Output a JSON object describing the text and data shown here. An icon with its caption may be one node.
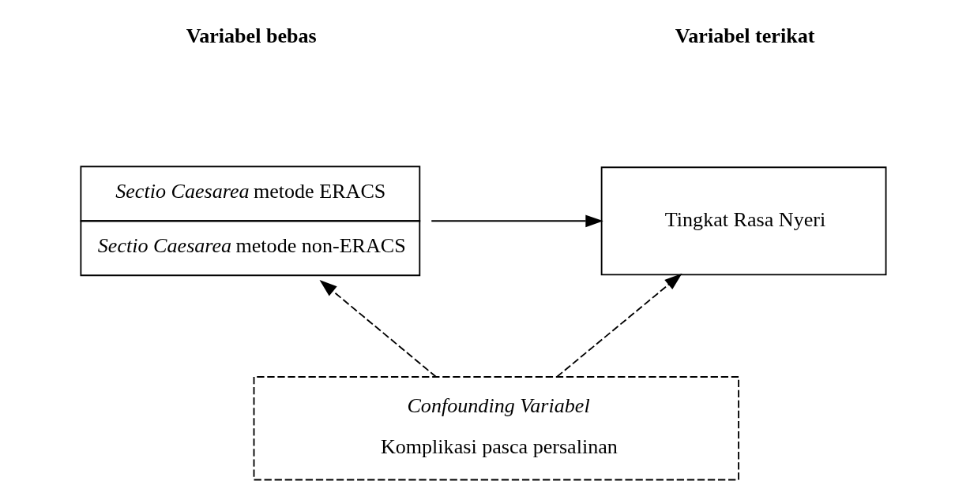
{
  "diagram": {
    "nodes": [
      {
        "text": [
          "*Sectio Caesarea* metode ERACS",
          "*Sectio Caesarea* metode non-ERACS"
        ]
      },
      {
        "text": [
          "Tingkat Rasa Nyeri"
        ]
      },
      {
        "text": [
          "Confounding Variabel",
          "Komplikasi pasca persalinan"
        ]
      }
    ],
    "edges": [
      {
        "from": 0,
        "to": 1,
        "arrow": "to"
      },
      {
        "from": 2,
        "to": 0,
        "arrow": "to",
        "style": "dashed"
      },
      {
        "from": 2,
        "to": 1,
        "arrow": "to",
        "style": "dashed"
      }
    ],
    "labels": [
      "Variabel bebas",
      "Variabel terikat"
    ]
  }
}
